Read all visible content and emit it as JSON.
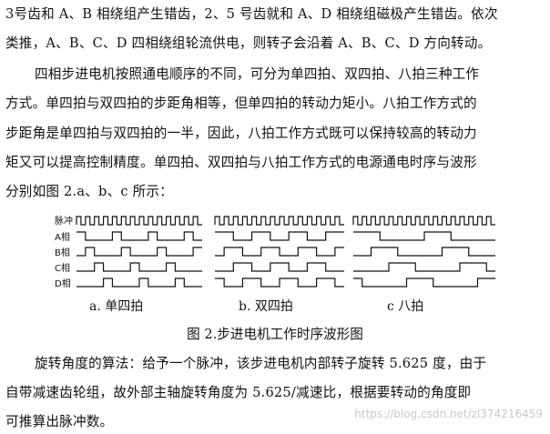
{
  "paragraph1": {
    "lines": [
      "3号齿和 A、B 相绕组产生错齿，2、5 号齿就和 A、D 相绕组磁极产生错齿。依次",
      "类推，A、B、C、D 四相绕组轮流供电，则转子会沿着 A、B、C、D 方向转动。"
    ]
  },
  "paragraph2": {
    "lines": [
      "四相步进电机按照通电顺序的不同，可分为单四拍、双四拍、八拍三种工作",
      "方式。单四拍与双四拍的步距角相等，但单四拍的转动力矩小。八拍工作方式的",
      "步距角是单四拍与双四拍的一半，因此，八拍工作方式既可以保持较高的转动力",
      "矩又可以提高控制精度。单四拍、双四拍与八拍工作方式的电源通电时序与波形",
      "分别如图 2.a、b、c 所示："
    ]
  },
  "figure": {
    "row_labels": [
      "脉冲",
      "A相",
      "B相",
      "C相",
      "D相"
    ],
    "panels": [
      {
        "label": "a. 单四拍"
      },
      {
        "label": "b. 双四拍"
      },
      {
        "label": "c 八拍"
      }
    ],
    "caption": "图 2.步进电机工作时序波形图"
  },
  "paragraph3": {
    "lines": [
      "旋转角度的算法：给予一个脉冲，该步进电机内部转子旋转 5.625 度，由于",
      "自带减速齿轮组，故外部主轴旋转角度为 5.625/减速比，根据要转动的角度即",
      "可推算出脉冲数。"
    ]
  },
  "watermark": "https://blog.csdn.net/zl374216459"
}
